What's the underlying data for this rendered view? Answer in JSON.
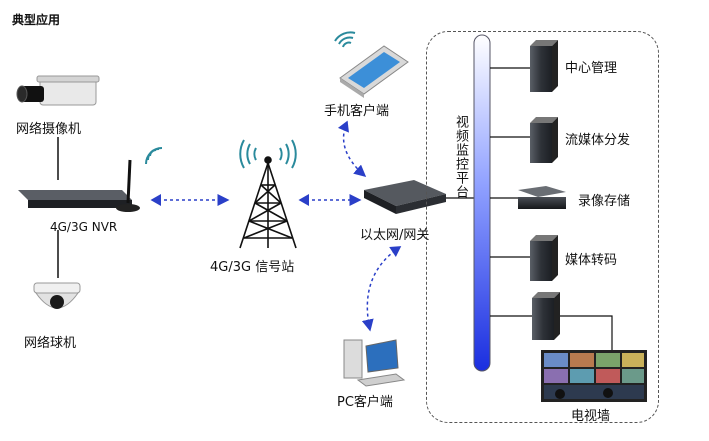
{
  "page": {
    "title": "典型应用"
  },
  "devices": {
    "camera_label": "网络摄像机",
    "nvr_label": "4G/3G NVR",
    "dome_label": "网络球机",
    "tower_label": "4G/3G 信号站",
    "mobile_label": "手机客户端",
    "gateway_label": "以太网/网关",
    "pc_label": "PC客户端"
  },
  "platform": {
    "label": "视频监控平台",
    "services": [
      {
        "label": "中心管理"
      },
      {
        "label": "流媒体分发"
      },
      {
        "label": "录像存储"
      },
      {
        "label": "媒体转码"
      },
      {
        "label": "电视墙"
      }
    ]
  },
  "colors": {
    "link": "#2a3fc8",
    "bus_top": "#ffffff",
    "bus_bottom": "#1a2ee0",
    "outline": "#555555"
  }
}
